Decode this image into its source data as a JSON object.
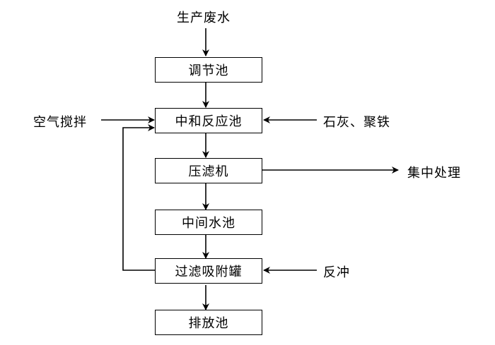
{
  "diagram": {
    "source": "生产废水",
    "steps": [
      "调节池",
      "中和反应池",
      "压滤机",
      "中间水池",
      "过滤吸附罐",
      "排放池"
    ],
    "inputs": {
      "air_mixing": "空气搅拌",
      "lime_ferric": "石灰、聚铁",
      "backwash": "反冲"
    },
    "output": "集中处理"
  }
}
